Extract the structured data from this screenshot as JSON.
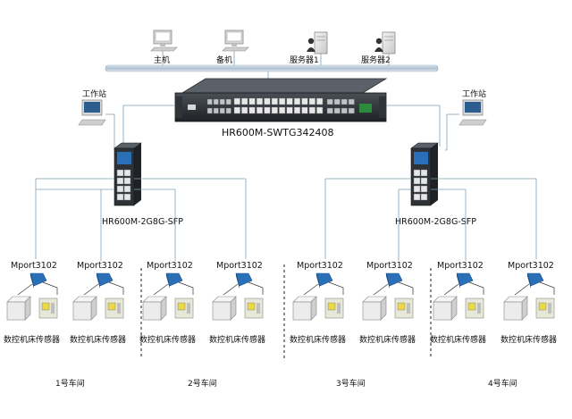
{
  "top_devices": [
    {
      "label": "主机",
      "icon": "desktop-pc-icon"
    },
    {
      "label": "备机",
      "icon": "desktop-pc-icon"
    },
    {
      "label": "服务器1",
      "icon": "server-user-icon"
    },
    {
      "label": "服务器2",
      "icon": "server-user-icon"
    }
  ],
  "core_switch": {
    "label": "HR600M-SWTG342408",
    "icon": "rack-switch-icon"
  },
  "workstations": [
    {
      "label": "工作站",
      "icon": "workstation-pc-icon"
    },
    {
      "label": "工作站",
      "icon": "workstation-pc-icon"
    }
  ],
  "access_switches": [
    {
      "label": "HR600M-2G8G-SFP",
      "icon": "din-rail-switch-icon"
    },
    {
      "label": "HR600M-2G8G-SFP",
      "icon": "din-rail-switch-icon"
    }
  ],
  "mports": [
    "Mport3102",
    "Mport3102",
    "Mport3102",
    "Mport3102",
    "Mport3102",
    "Mport3102",
    "Mport3102",
    "Mport3102"
  ],
  "machine_label": "数控机床",
  "sensor_label": "传感器",
  "workshops": [
    "1号车间",
    "2号车间",
    "3号车间",
    "4号车间"
  ],
  "colors": {
    "link": "#7fa0b8",
    "bus": "#b9c8d6",
    "device_blue": "#2a6fb8"
  }
}
